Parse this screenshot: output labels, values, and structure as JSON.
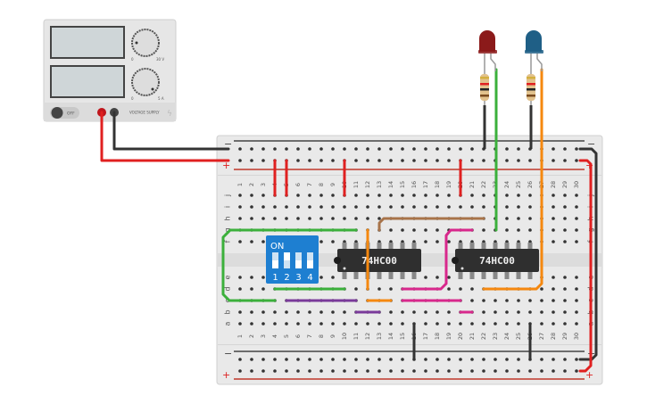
{
  "power_supply": {
    "switch_label": "OFF",
    "voltage_min": "0",
    "voltage_max": "30 V",
    "current_min": "0",
    "current_max": "5 A",
    "brand": "VOLTAGE SUPPLY",
    "body_color": "#e6e6e6",
    "display_color": "#cfd6d8"
  },
  "breadboard": {
    "columns": [
      "1",
      "2",
      "3",
      "4",
      "5",
      "6",
      "7",
      "8",
      "9",
      "10",
      "11",
      "12",
      "13",
      "14",
      "15",
      "16",
      "17",
      "18",
      "19",
      "20",
      "21",
      "22",
      "23",
      "24",
      "25",
      "26",
      "27",
      "28",
      "29",
      "30"
    ],
    "rows_top": [
      "j",
      "i",
      "h",
      "g",
      "f"
    ],
    "rows_bottom": [
      "e",
      "d",
      "c",
      "b",
      "a"
    ],
    "rail_minus": "−",
    "rail_plus": "+"
  },
  "dip_switch": {
    "on_label": "ON",
    "switch_labels": [
      "1",
      "2",
      "3",
      "4"
    ],
    "switch_states": [
      false,
      true,
      false,
      false
    ],
    "color": "#1e7fd1"
  },
  "chips": [
    {
      "label": "74HC00"
    },
    {
      "label": "74HC00"
    }
  ],
  "leds": [
    {
      "color": "#8b1a1a",
      "name": "red"
    },
    {
      "color": "#1f5f86",
      "name": "blue"
    }
  ],
  "wire_colors": {
    "red": "#e02020",
    "black": "#333333",
    "green": "#3bb03b",
    "orange": "#f5880f",
    "brown": "#a8744a",
    "purple": "#7a3a9a",
    "pink": "#d8288c"
  }
}
